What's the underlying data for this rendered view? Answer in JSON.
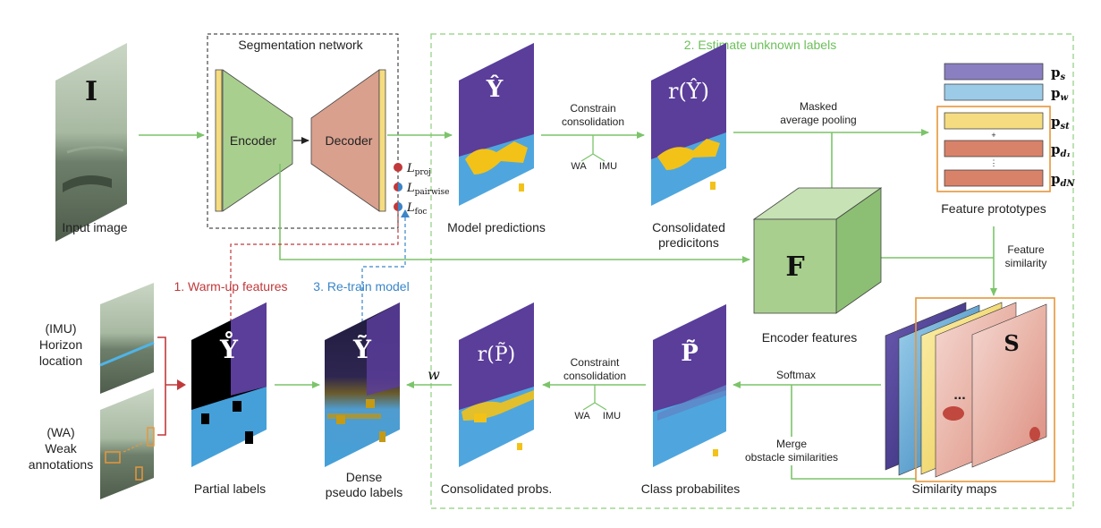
{
  "input": {
    "symbol": "I",
    "label": "Input image"
  },
  "network": {
    "title": "Segmentation network",
    "encoder": "Encoder",
    "decoder": "Decoder",
    "losses": {
      "proj": "L",
      "proj_sub": "proj",
      "pairwise": "L",
      "pairwise_sub": "pairwise",
      "foc": "L",
      "foc_sub": "foc"
    }
  },
  "stage2": {
    "title": "2. Estimate unknown labels",
    "model_pred": {
      "symbol": "Ŷ",
      "label": "Model predictions"
    },
    "constrain_top": {
      "line1": "Constrain",
      "line2": "consolidation",
      "wa": "WA",
      "imu": "IMU"
    },
    "consolidated_pred": {
      "symbol": "r(Ŷ)",
      "label_line1": "Consolidated",
      "label_line2": "predicitons"
    },
    "masked_pool": {
      "line1": "Masked",
      "line2": "average pooling"
    },
    "prototypes": {
      "label": "Feature prototypes",
      "p_s": "p",
      "p_s_sub": "s",
      "p_w": "p",
      "p_w_sub": "w",
      "p_st": "p",
      "p_st_sub": "st",
      "p_d1": "p",
      "p_d1_sub": "d₁",
      "p_dn": "p",
      "p_dn_sub": "dN",
      "plus": "+",
      "dots": "⋮"
    },
    "features": {
      "symbol": "F",
      "label": "Encoder features"
    },
    "feature_similarity": {
      "line1": "Feature",
      "line2": "similarity"
    },
    "similarity": {
      "symbol": "S",
      "dots": "...",
      "label": "Similarity maps"
    },
    "softmax": "Softmax",
    "merge": {
      "line1": "Merge",
      "line2": "obstacle similarities"
    },
    "class_prob": {
      "symbol": "P̃",
      "label": "Class probabilites"
    },
    "constrain_bottom": {
      "line1": "Constraint",
      "line2": "consolidation",
      "wa": "WA",
      "imu": "IMU"
    },
    "consolidated_prob": {
      "symbol": "r(P̃)",
      "label": "Consolidated probs."
    },
    "w_label": "w"
  },
  "stage1": {
    "warmup": "1. Warm-up features",
    "imu": {
      "line1": "(IMU)",
      "line2": "Horizon",
      "line3": "location"
    },
    "wa": {
      "line1": "(WA)",
      "line2": "Weak",
      "line3": "annotations"
    },
    "partial": {
      "symbol": "Y̊",
      "label": "Partial labels"
    }
  },
  "stage3": {
    "retrain": "3. Re-train model",
    "dense": {
      "symbol": "Ỹ",
      "label_line1": "Dense",
      "label_line2": "pseudo labels"
    }
  },
  "colors": {
    "arrow_green": "#7cc46a",
    "dashed_green": "#8fcf7e",
    "red": "#c0393b",
    "blue": "#3a86c8",
    "sky_purple": "#5b3d9a",
    "water_blue": "#45a0d9",
    "obstacle_yellow": "#f2c218",
    "encoder_fill": "#a9cf8f",
    "decoder_fill": "#d9a08e",
    "proto_purple": "#8a7fc0",
    "proto_blue": "#9ccbe8",
    "proto_yellow": "#f5dc80",
    "proto_red": "#d9826a",
    "proto_border": "#e8963a"
  }
}
